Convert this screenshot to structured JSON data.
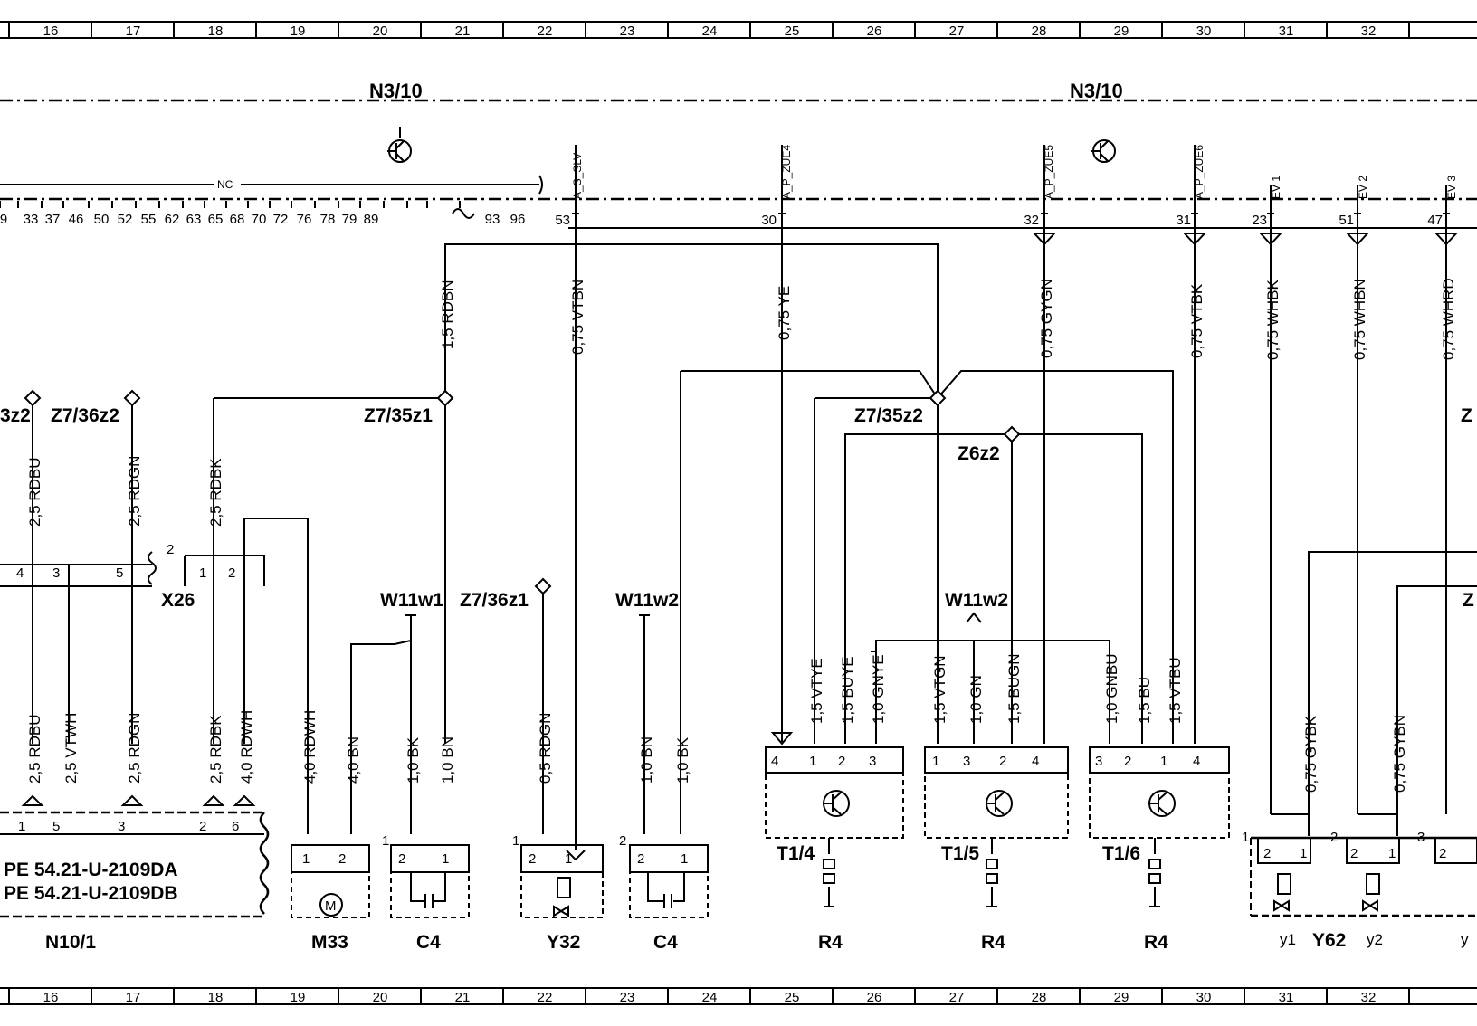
{
  "ruler": {
    "numbers": [
      "16",
      "17",
      "18",
      "19",
      "20",
      "21",
      "22",
      "23",
      "24",
      "25",
      "26",
      "27",
      "28",
      "29",
      "30",
      "31",
      "32"
    ]
  },
  "module": {
    "name_left": "N3/10",
    "name_right": "N3/10",
    "nc_label": "NC",
    "pins_row": [
      "9",
      "33",
      "37",
      "46",
      "50",
      "52",
      "55",
      "62",
      "63",
      "65",
      "68",
      "70",
      "72",
      "76",
      "78",
      "79",
      "89",
      "93",
      "96"
    ],
    "sig_pins": [
      "53",
      "30",
      "32",
      "31",
      "23",
      "51",
      "47"
    ],
    "signals": [
      "A_S_SLV",
      "A_P_ZUE4",
      "A_P_ZUE5",
      "A_P_ZUE6",
      "EV 1",
      "EV 2",
      "EV 3"
    ]
  },
  "wires": {
    "top": [
      "1,5 RDBN",
      "0,75 VTBN",
      "0,75 YE",
      "0,75 GYGN",
      "0,75 VTBK",
      "0,75 WHBK",
      "0,75 WHBN",
      "0,75 WHRD"
    ],
    "mid": [
      "2,5 RDBU",
      "2,5 RDGN",
      "2,5 RDBK"
    ],
    "bottom_left": [
      "2,5 RDBU",
      "2,5 VTWH",
      "2,5 RDGN",
      "2,5 RDBK",
      "4,0 RDWH",
      "4,0 RDWH",
      "4,0 BN",
      "1,0 BK",
      "1,0 BN",
      "0,5 RDGN",
      "1,0 BN",
      "1,0 BK"
    ],
    "t14": [
      "1,5 VTYE",
      "1,5 BUYE",
      "1,0 GNYE"
    ],
    "t15": [
      "1,5 VTGN",
      "1,0 GN",
      "1,5 BUGN"
    ],
    "t16": [
      "1,0 GNBU",
      "1,5 BU",
      "1,5 VTBU"
    ],
    "y62": [
      "0,75 GYBK",
      "0,75 GYBN"
    ]
  },
  "splices": {
    "z7_36z2_left": "3z2",
    "z7_36z2": "Z7/36z2",
    "z7_35z1": "Z7/35z1",
    "z7_35z2": "Z7/35z2",
    "z6z2": "Z6z2",
    "z7_36z1": "Z7/36z1",
    "z_right": "Z",
    "z_right2": "Z"
  },
  "connectors": {
    "x26": "X26",
    "w11w1": "W11w1",
    "w11w2a": "W11w2",
    "w11w2b": "W11w2",
    "x26_pins": [
      "4",
      "3",
      "5",
      "1",
      "2",
      "2"
    ],
    "n10_pins": [
      "1",
      "5",
      "3",
      "2",
      "6"
    ]
  },
  "components": {
    "n10_1": "N10/1",
    "pe1": "PE  54.21-U-2109DA",
    "pe2": "PE  54.21-U-2109DB",
    "m33": "M33",
    "c4a": "C4",
    "y32": "Y32",
    "c4b": "C4",
    "t14": "T1/4",
    "t15": "T1/5",
    "t16": "T1/6",
    "r4a": "R4",
    "r4b": "R4",
    "r4c": "R4",
    "y62": "Y62",
    "y1": "y1",
    "y2": "y2",
    "y3": "y"
  },
  "component_pins": {
    "m33": [
      "1",
      "2"
    ],
    "c4a": [
      "1",
      "2",
      "1"
    ],
    "y32": [
      "1",
      "2",
      "1"
    ],
    "c4b": [
      "2",
      "2",
      "1"
    ],
    "t14": [
      "4",
      "1",
      "2",
      "3"
    ],
    "t15": [
      "1",
      "3",
      "2",
      "4"
    ],
    "t16": [
      "3",
      "2",
      "1",
      "4"
    ],
    "y62": [
      "1",
      "2",
      "1",
      "2",
      "2",
      "1",
      "3",
      "2"
    ]
  }
}
